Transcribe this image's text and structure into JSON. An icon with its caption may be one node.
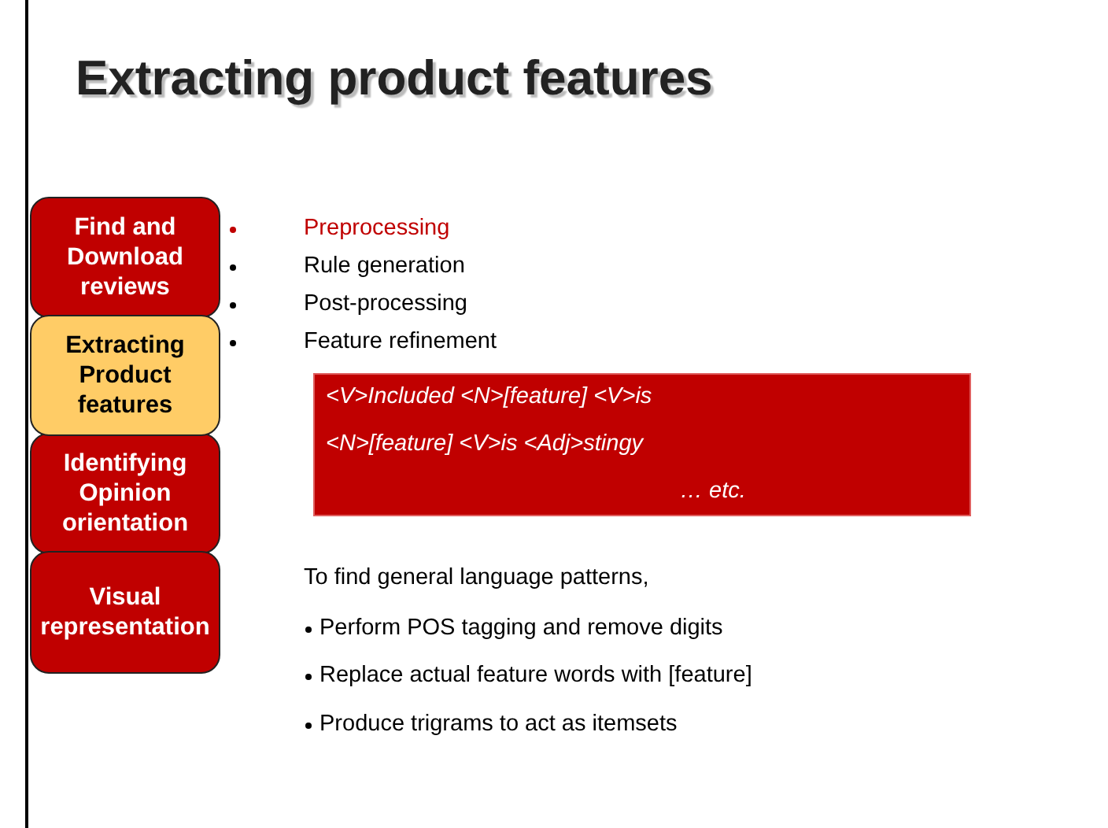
{
  "diagram": {
    "title": "Extracting product features",
    "nodes": [
      {
        "text": [
          "Find and Download reviews"
        ]
      },
      {
        "text": [
          "Extracting Product features"
        ]
      },
      {
        "text": [
          "Identifying Opinion orientation"
        ]
      },
      {
        "text": [
          "Visual representation"
        ]
      },
      {
        "text": [
          "<V>Included <N>[feature] <V>is",
          "<N>[feature] <V>is <Adj>stingy",
          "… etc."
        ]
      }
    ],
    "labels": [
      "Preprocessing",
      "Rule generation",
      "Post-processing",
      "Feature refinement",
      "To find general language patterns,",
      "Perform POS tagging and remove digits",
      "Replace actual feature words with [feature]",
      "Produce trigrams to act as itemsets"
    ]
  }
}
